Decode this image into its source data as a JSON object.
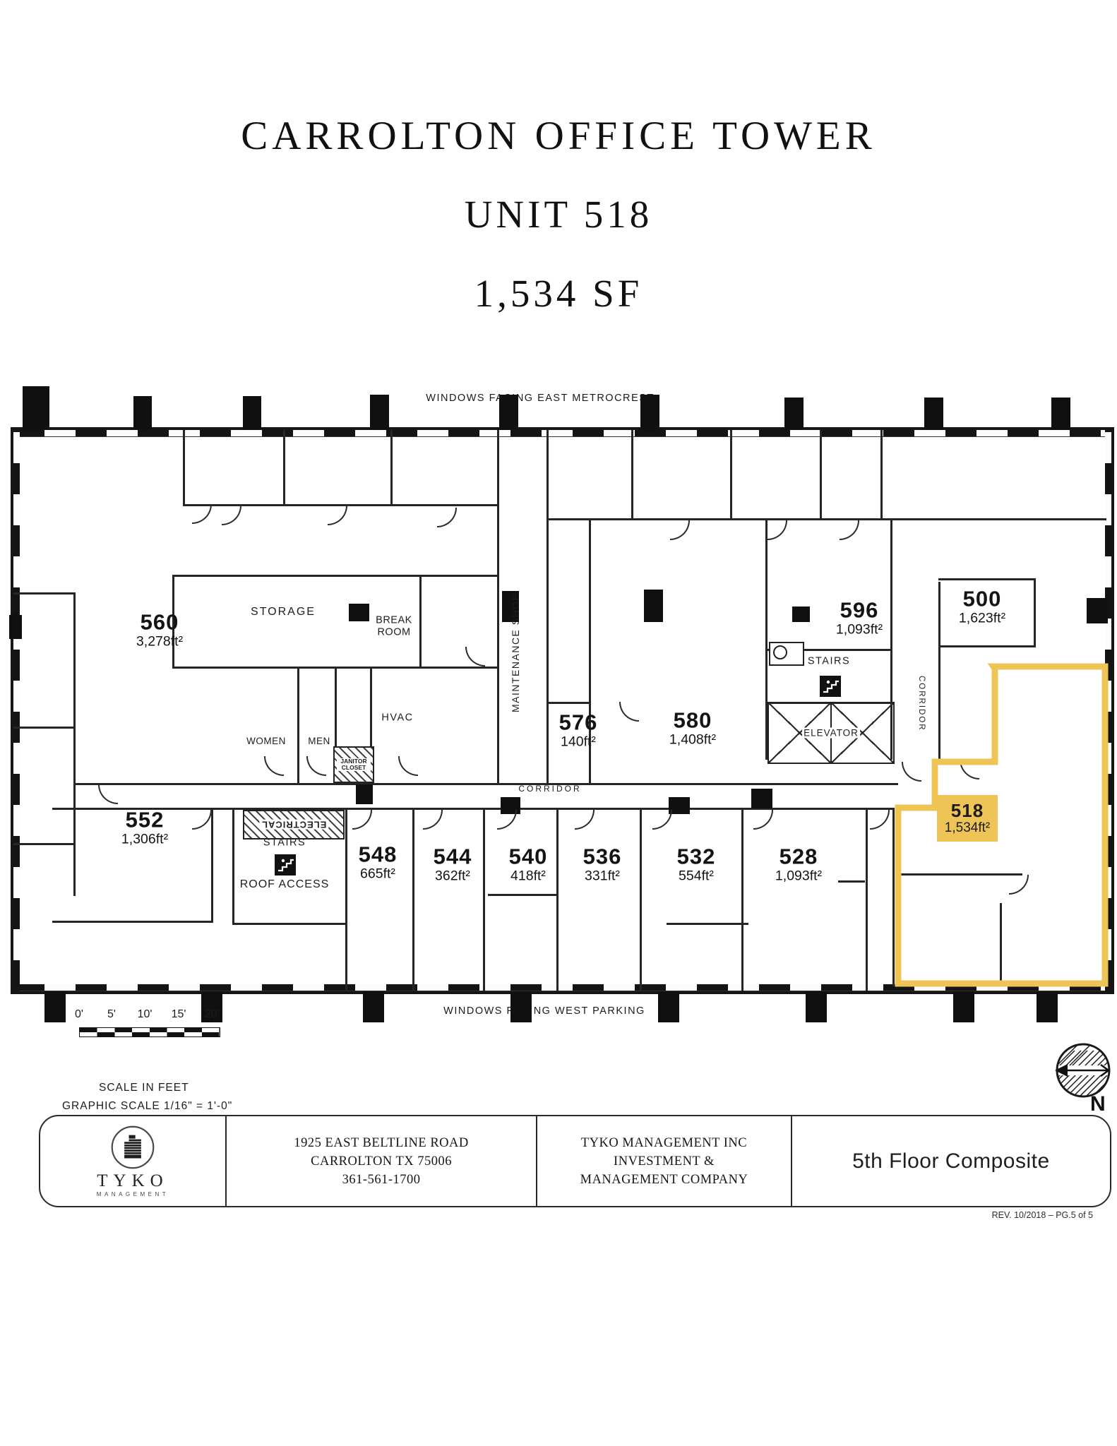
{
  "header": {
    "title": "CARROLTON OFFICE TOWER",
    "unit": "UNIT 518",
    "area": "1,534 SF"
  },
  "plan": {
    "window_label_top": "WINDOWS FACING EAST METROCREST",
    "window_label_bottom": "WINDOWS FACING WEST PARKING",
    "labels": {
      "storage": "STORAGE",
      "break_room": "BREAK ROOM",
      "hvac": "HVAC",
      "women": "WOMEN",
      "men": "MEN",
      "janitor_closet": "JANITOR CLOSET",
      "electrical": "ELECTRICAL",
      "stairs": "STAIRS",
      "roof_access": "ROOF ACCESS",
      "elevator": "ELEVATOR",
      "maintenance_shop": "MAINTENANCE SHOP",
      "corridor": "CORRIDOR"
    },
    "units": [
      {
        "id": "560",
        "area": "3,278ft²"
      },
      {
        "id": "552",
        "area": "1,306ft²"
      },
      {
        "id": "548",
        "area": "665ft²"
      },
      {
        "id": "544",
        "area": "362ft²"
      },
      {
        "id": "540",
        "area": "418ft²"
      },
      {
        "id": "536",
        "area": "331ft²"
      },
      {
        "id": "532",
        "area": "554ft²"
      },
      {
        "id": "528",
        "area": "1,093ft²"
      },
      {
        "id": "576",
        "area": "140ft²"
      },
      {
        "id": "580",
        "area": "1,408ft²"
      },
      {
        "id": "596",
        "area": "1,093ft²"
      },
      {
        "id": "500",
        "area": "1,623ft²"
      }
    ],
    "highlight": {
      "unit": "518",
      "area": "1,534ft²",
      "color": "#EFC457"
    }
  },
  "scale": {
    "ticks": [
      "0'",
      "5'",
      "10'",
      "15'",
      "20'"
    ],
    "line1": "SCALE IN FEET",
    "line2": "GRAPHIC SCALE  1/16\" = 1'-0\""
  },
  "north": {
    "label": "N"
  },
  "titleblock": {
    "logo": {
      "name": "TYKO",
      "sub": "MANAGEMENT"
    },
    "address": [
      "1925 EAST BELTLINE ROAD",
      "CARROLTON TX 75006",
      "361-561-1700"
    ],
    "company": [
      "TYKO MANAGEMENT INC",
      "INVESTMENT &",
      "MANAGEMENT COMPANY"
    ],
    "sheet": "5th Floor Composite",
    "rev": "REV. 10/2018 – PG.5 of 5"
  }
}
